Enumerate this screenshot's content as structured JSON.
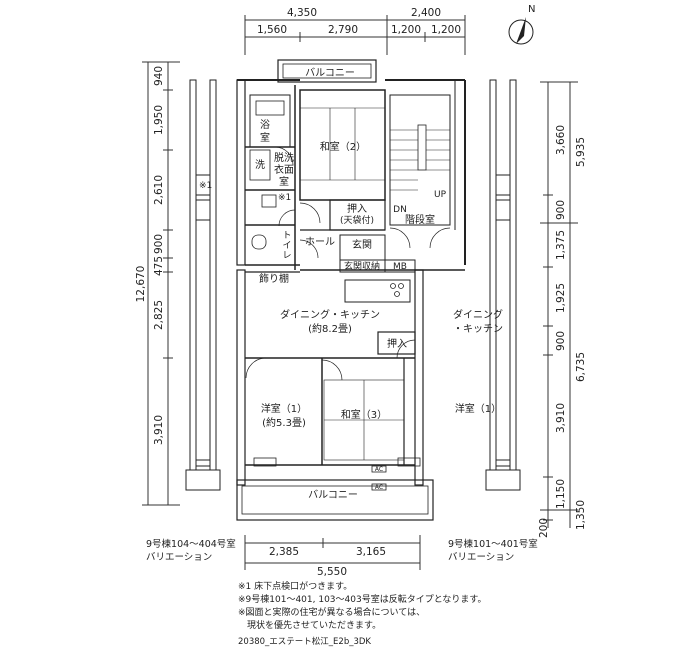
{
  "top_dims": {
    "total_left": "4,350",
    "total_right": "2,400",
    "seg_1": "1,560",
    "seg_2": "2,790",
    "seg_3": "1,200",
    "seg_4": "1,200"
  },
  "left_dims": [
    "940",
    "1,950",
    "2,610",
    "900",
    "475",
    "2,825",
    "3,910"
  ],
  "left_total": "12,670",
  "right_dims": [
    "3,660",
    "900",
    "1,375",
    "1,925",
    "900",
    "3,910",
    "1,150",
    "200"
  ],
  "right_totals": [
    "5,935",
    "6,735",
    "1,350"
  ],
  "bottom_dims": {
    "seg_1": "2,385",
    "seg_2": "3,165",
    "total": "5,550"
  },
  "compass": "N",
  "rooms": {
    "balcony_top": "バルコニー",
    "bath": [
      "浴",
      "室"
    ],
    "wash": "洗",
    "wash_changing": [
      "脱洗",
      "衣面",
      "室"
    ],
    "washroom_note": "※1",
    "japanese_2": "和室（2）",
    "oshiire_top": "押入",
    "oshiire_top_sub": "(天袋付)",
    "stair": "階段室",
    "up": "UP",
    "dn": "DN",
    "toilet": [
      "ト",
      "イ",
      "レ"
    ],
    "hall": "ホール",
    "genkan": "玄関",
    "genkan_storage": "玄関収納",
    "mb": "MB",
    "decor_shelf": "飾り棚",
    "dk": "ダイニング・キッチン",
    "dk_size": "(約8.2畳)",
    "oshiire_mid": "押入",
    "western_1": "洋室（1）",
    "western_1_size": "(約5.3畳)",
    "japanese_3": "和室（3）",
    "balcony_bottom": "バルコニー",
    "ac1": "AC",
    "ac2": "AC",
    "left_variant_note": "※1",
    "right_dk": [
      "ダイニング",
      "・キッチン"
    ],
    "right_western": "洋室（1）"
  },
  "captions": {
    "left": [
      "9号棟104～404号室",
      "バリエーション"
    ],
    "right": [
      "9号棟101～401号室",
      "バリエーション"
    ]
  },
  "notes": [
    "※1 床下点検口がつきます。",
    "※9号棟101～401, 103～403号室は反転タイプとなります。",
    "※図面と実際の住宅が異なる場合については、",
    "　現状を優先させていただきます。"
  ],
  "footer_code": "20380_エステート松江_E2b_3DK"
}
